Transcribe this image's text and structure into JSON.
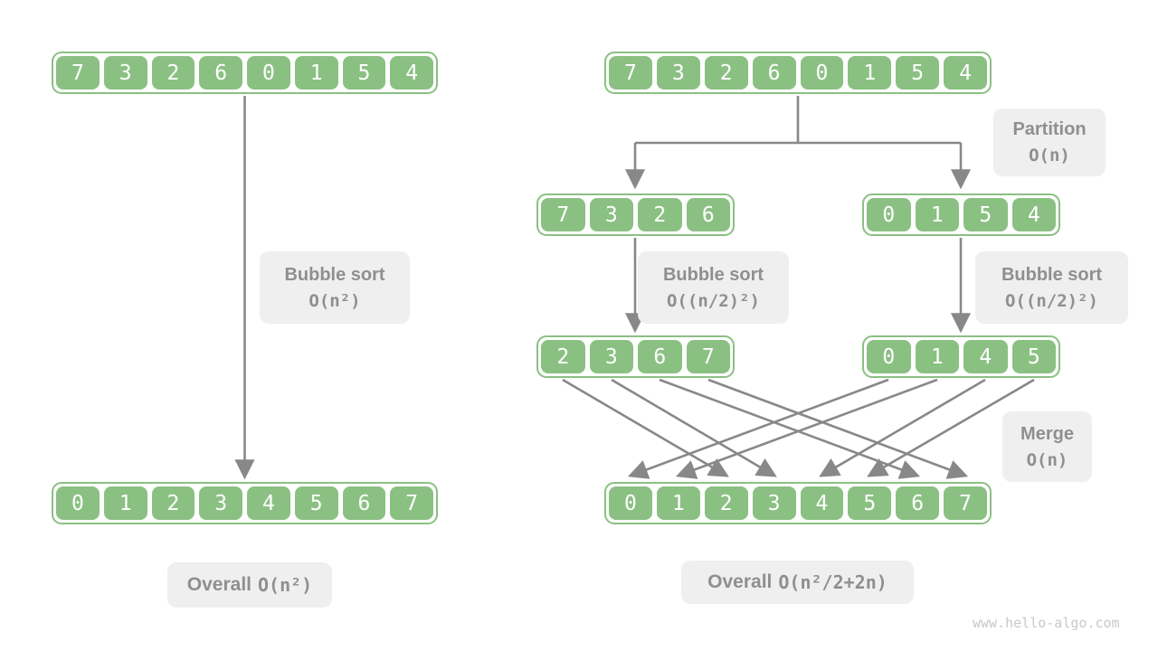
{
  "colors": {
    "cell_green": "#8bc083",
    "arrow_gray": "#888888",
    "label_background": "#efefef",
    "label_text": "#8f8f8f",
    "cell_text": "#ffffff",
    "watermark_text": "#c9c9c9"
  },
  "left_panel": {
    "input_array": [
      "7",
      "3",
      "2",
      "6",
      "0",
      "1",
      "5",
      "4"
    ],
    "output_array": [
      "0",
      "1",
      "2",
      "3",
      "4",
      "5",
      "6",
      "7"
    ],
    "step_label": {
      "title": "Bubble sort",
      "complexity": "O(n²)"
    },
    "overall_label": {
      "title": "Overall",
      "complexity": "O(n²)"
    }
  },
  "right_panel": {
    "input_array": [
      "7",
      "3",
      "2",
      "6",
      "0",
      "1",
      "5",
      "4"
    ],
    "left_subarray": [
      "7",
      "3",
      "2",
      "6"
    ],
    "right_subarray": [
      "0",
      "1",
      "5",
      "4"
    ],
    "left_sorted_subarray": [
      "2",
      "3",
      "6",
      "7"
    ],
    "right_sorted_subarray": [
      "0",
      "1",
      "4",
      "5"
    ],
    "output_array": [
      "0",
      "1",
      "2",
      "3",
      "4",
      "5",
      "6",
      "7"
    ],
    "partition_label": {
      "title": "Partition",
      "complexity": "O(n)"
    },
    "bubble_left_label": {
      "title": "Bubble sort",
      "complexity": "O((n/2)²)"
    },
    "bubble_right_label": {
      "title": "Bubble sort",
      "complexity": "O((n/2)²)"
    },
    "merge_label": {
      "title": "Merge",
      "complexity": "O(n)"
    },
    "overall_label": {
      "title": "Overall",
      "complexity": "O(n²/2+2n)"
    }
  },
  "watermark": "www.hello-algo.com"
}
